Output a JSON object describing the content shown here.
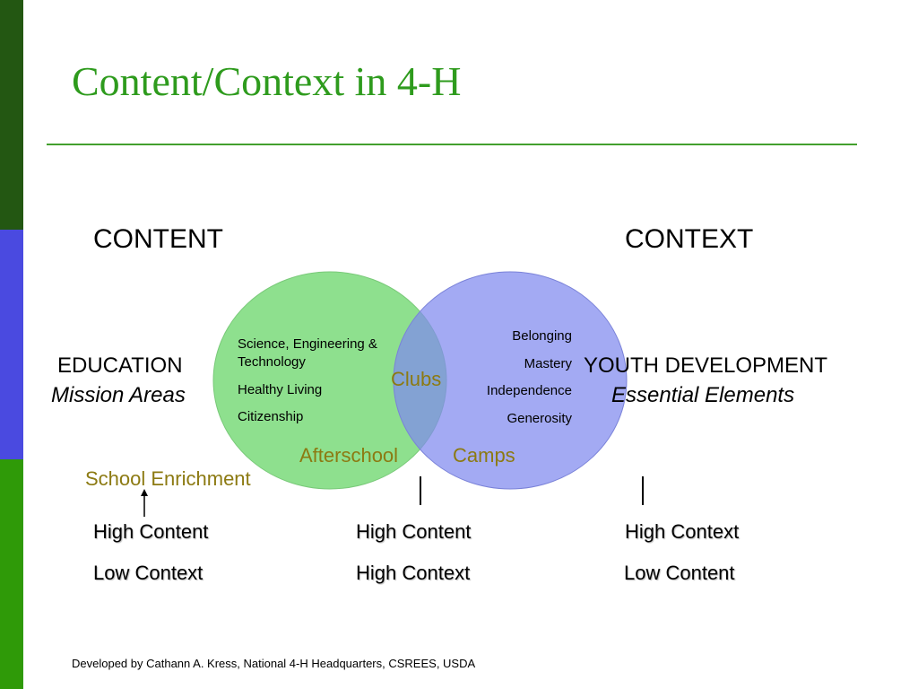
{
  "title": "Content/Context in 4-H",
  "headings": {
    "content": "CONTENT",
    "context": "CONTEXT"
  },
  "left": {
    "heading": "EDUCATION",
    "subheading": "Mission Areas"
  },
  "right": {
    "heading": "YOUTH DEVELOPMENT",
    "subheading": "Essential Elements"
  },
  "mission_areas": [
    "Science, Engineering &",
    "Technology",
    "Healthy Living",
    "Citizenship"
  ],
  "essential_elements": [
    "Belonging",
    "Mastery",
    "Independence",
    "Generosity"
  ],
  "programs": {
    "overlap": "Clubs",
    "afterschool": "Afterschool",
    "camps": "Camps",
    "school": "School Enrichment"
  },
  "columns": [
    {
      "line1": "High Content",
      "line2": "Low Context"
    },
    {
      "line1": "High Content",
      "line2": "High Context"
    },
    {
      "line1": "High Context",
      "line2": "Low Content"
    }
  ],
  "footer": "Developed by Cathann A. Kress, National 4-H Headquarters, CSREES, USDA",
  "colors": {
    "title": "#2e9b1d",
    "green_circle": "#8ee08e",
    "blue_circle": "#9ea5f0",
    "olive_text": "#8c7a12"
  }
}
